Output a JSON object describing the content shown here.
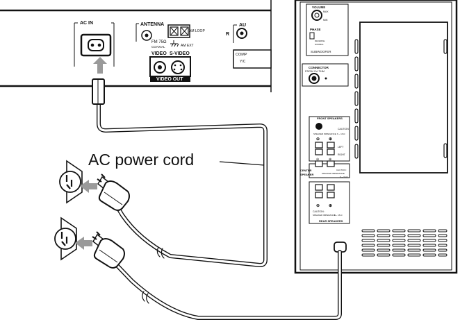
{
  "main_label": "AC power cord",
  "receiver": {
    "ac_in": "AC IN",
    "antenna": "ANTENNA",
    "fm": "FM 75Ω",
    "coaxial": "COAXIAL",
    "am_loop": "AM LOOP",
    "am_ext": "AM EXT",
    "video": "VIDEO",
    "s_video": "S-VIDEO",
    "video_out": "VIDEO OUT",
    "audio_cut": "AU",
    "r": "R",
    "comp": "COMP",
    "comp_sub": "Y/C"
  },
  "subwoofer": {
    "volume": "VOLUME",
    "max": "MAX",
    "min": "MIN",
    "phase": "PHASE",
    "reverse": "REVERSE",
    "normal": "NORMAL",
    "subwoofer": "SUBWOOFER",
    "connector": "CONNECTOR",
    "connector_from": "FROM XV-THM",
    "front_speakers": "FRONT SPEAKERS",
    "caution": "CAUTION :",
    "speaker_impedance": "SPEAKER IMPEDANCE",
    "impedance_value": "6 ~ 16 Ω",
    "left": "LEFT",
    "right": "RIGHT",
    "center_speaker_1": "CENTER",
    "center_speaker_2": "SPEAKER",
    "rear_speakers": "REAR SPEAKERS"
  }
}
